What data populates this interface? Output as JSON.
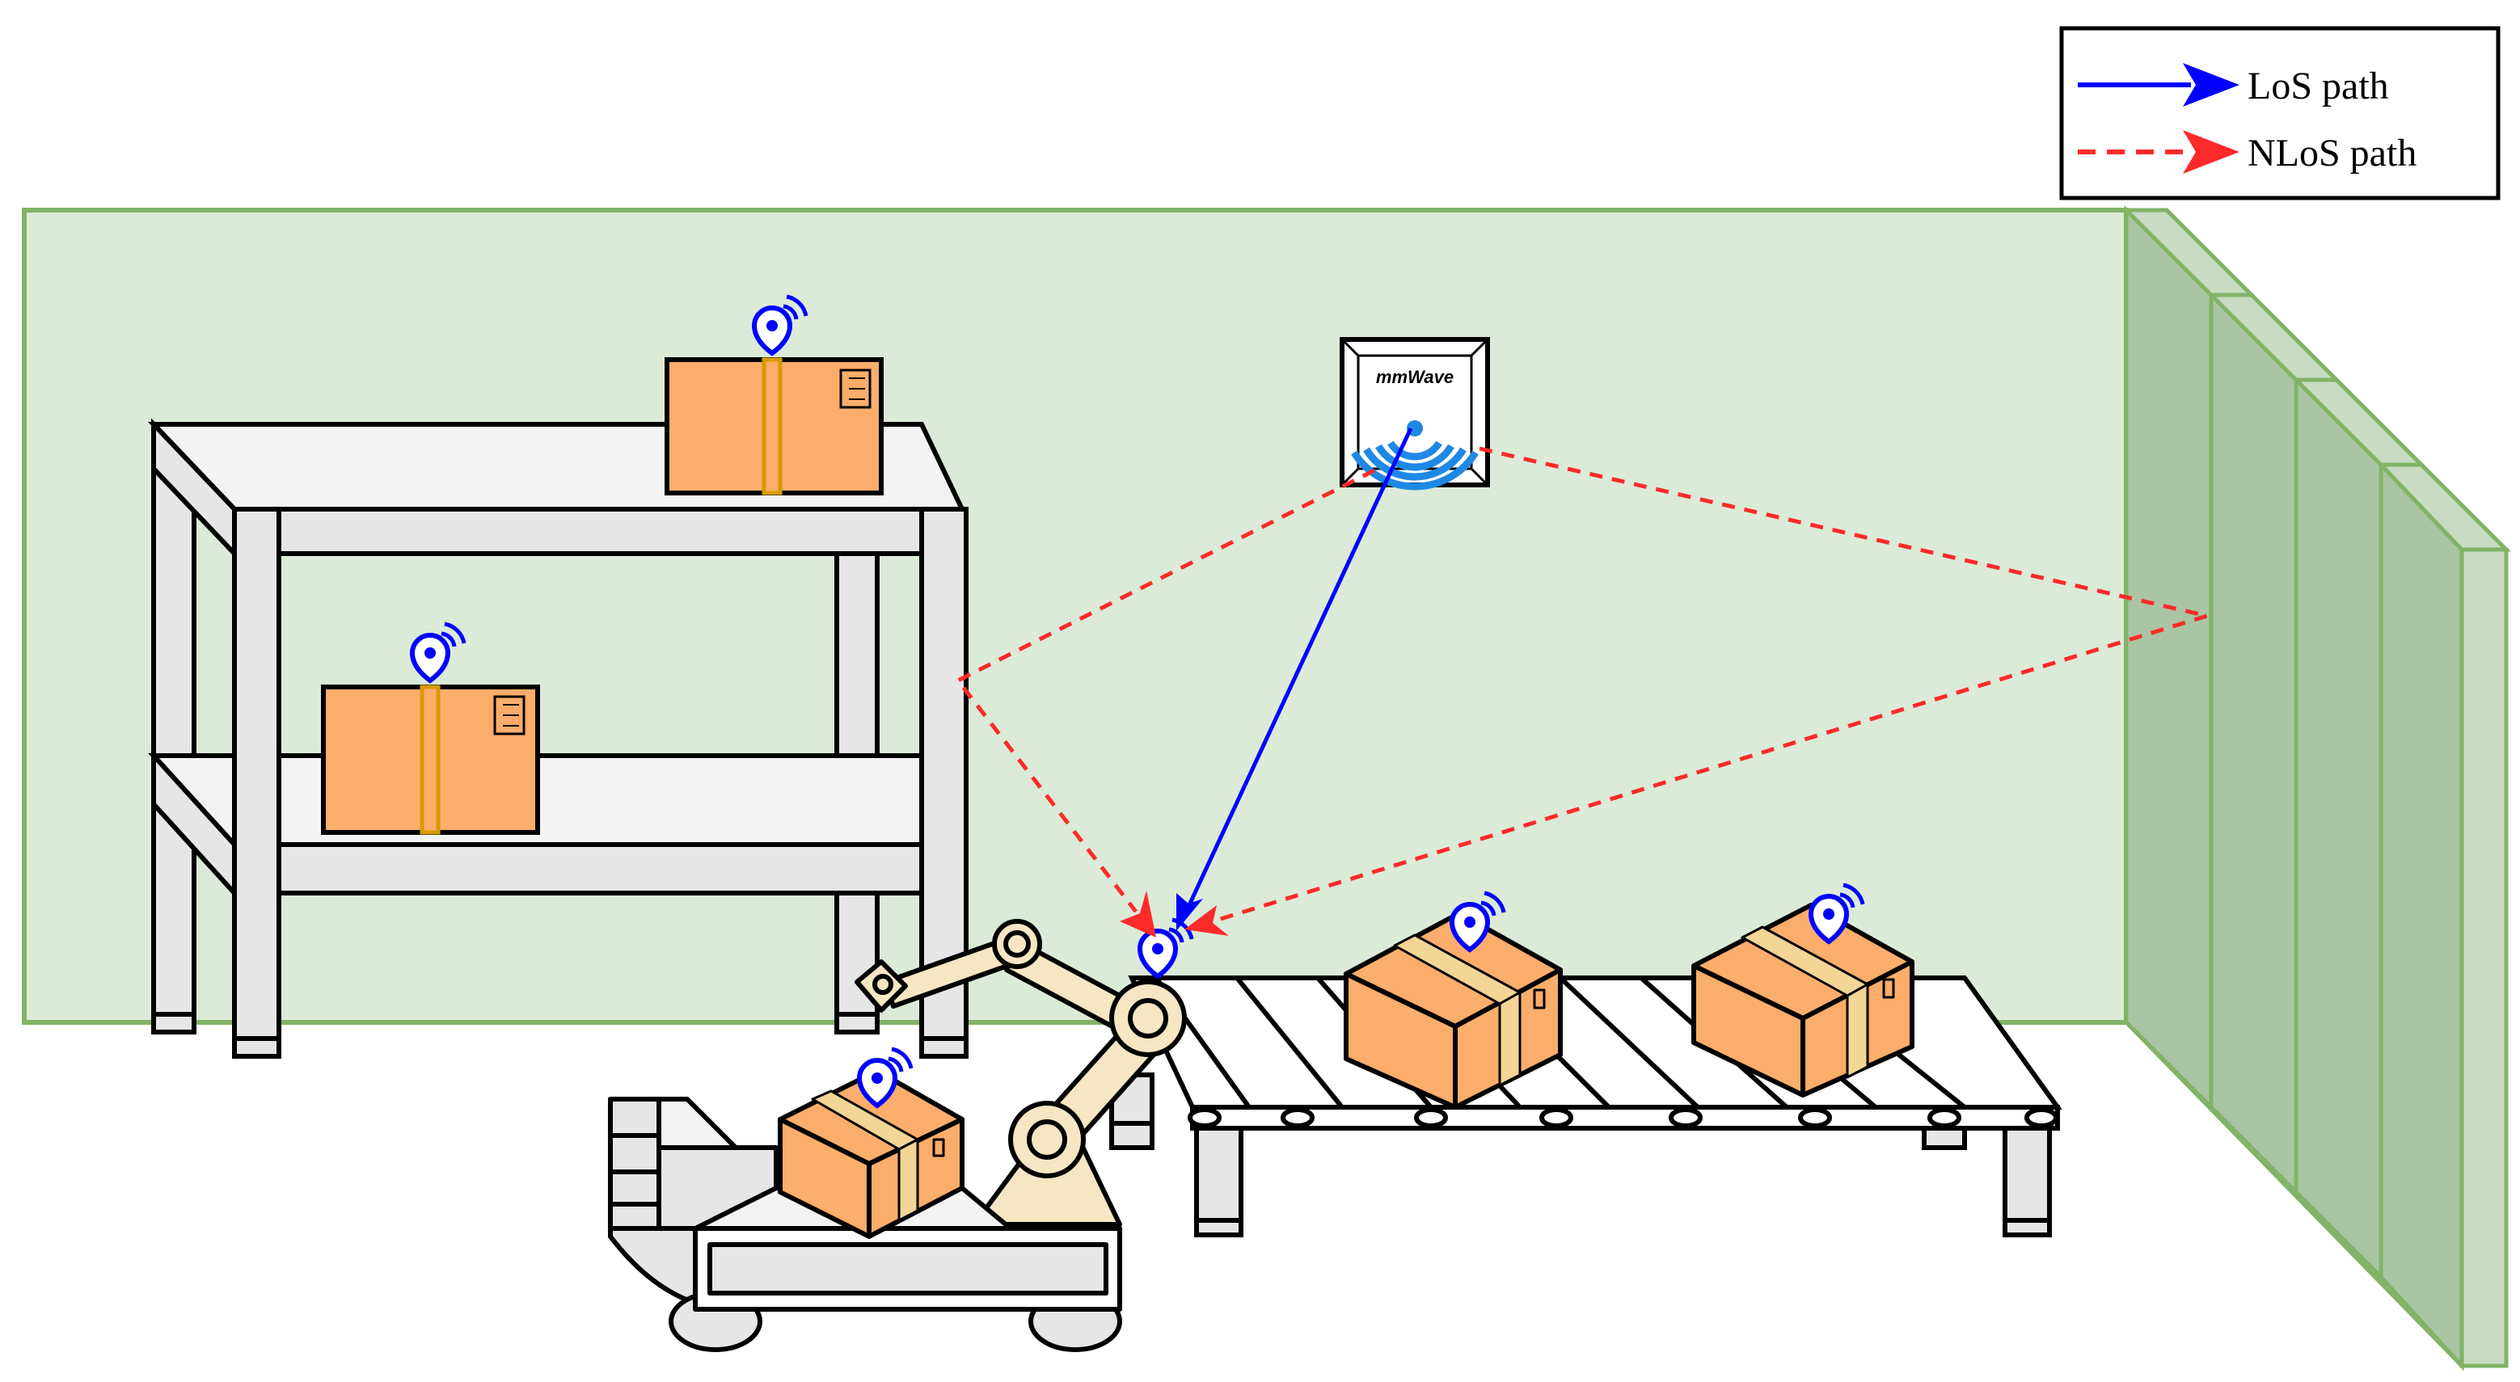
{
  "legend": {
    "los_label": "LoS path",
    "nlos_label": "NLoS path"
  },
  "access_point": {
    "label": "mmWave"
  },
  "colors": {
    "los": "#0000ff",
    "nlos": "#ff2a2a",
    "wall": "#dbebd8",
    "wall_edge": "#82b366",
    "side_wall": "#a9c5a4",
    "box": "#fbad6b",
    "tape": "#f3d595",
    "metal": "#e6e6e6",
    "robot": "#f6e6c3",
    "tag": "#0000ff",
    "ap_wave": "#1e88e5"
  },
  "icons": [
    "wifi-location-tag-icon",
    "mmwave-access-point-icon",
    "robot-arm-icon",
    "agv-cart-icon",
    "conveyor-icon",
    "shelf-icon",
    "box-icon"
  ]
}
